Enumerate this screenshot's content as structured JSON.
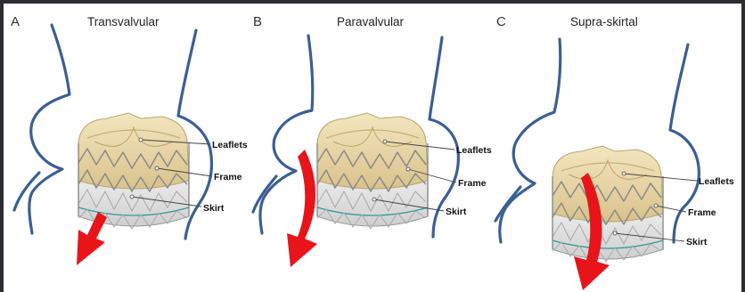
{
  "panels": [
    {
      "letter": "A",
      "title": "Transvalvular",
      "labels": {
        "leaflets": "Leaflets",
        "frame": "Frame",
        "skirt": "Skirt"
      },
      "arrow_color": "#e8141a"
    },
    {
      "letter": "B",
      "title": "Paravalvular",
      "labels": {
        "leaflets": "Leaflets",
        "frame": "Frame",
        "skirt": "Skirt"
      },
      "arrow_color": "#e8141a"
    },
    {
      "letter": "C",
      "title": "Supra-skirtal",
      "labels": {
        "leaflets": "Leaflets",
        "frame": "Frame",
        "skirt": "Skirt"
      },
      "arrow_color": "#e8141a"
    }
  ],
  "colors": {
    "vessel": "#3a5f95",
    "leaflet": "#e9d7a6",
    "skirt_line": "#2e9a9a",
    "flow_arrow": "#e8141a"
  }
}
